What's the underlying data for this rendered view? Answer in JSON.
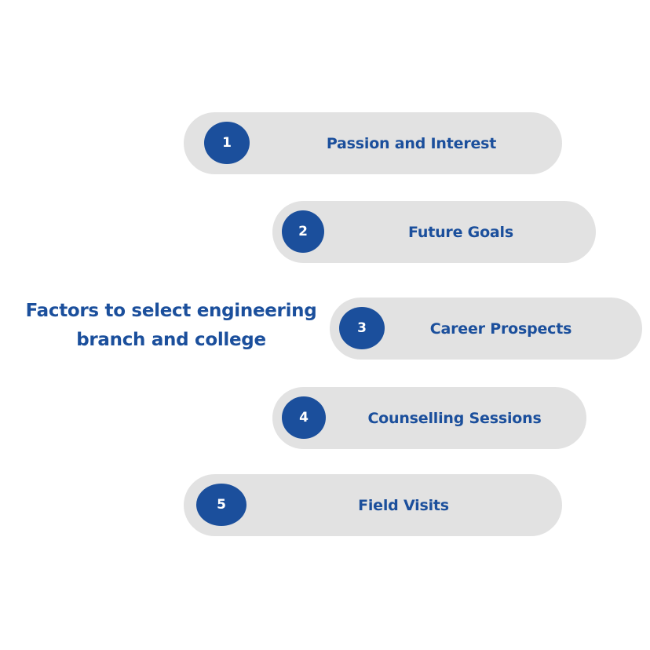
{
  "title": {
    "line1": "Factors to select engineering",
    "line2": "branch and college"
  },
  "items": [
    {
      "number": "1",
      "label": "Passion and Interest"
    },
    {
      "number": "2",
      "label": "Future Goals"
    },
    {
      "number": "3",
      "label": "Career Prospects"
    },
    {
      "number": "4",
      "label": "Counselling Sessions"
    },
    {
      "number": "5",
      "label": "Field Visits"
    }
  ],
  "colors": {
    "accent": "#1b4f9c",
    "pill_background": "#e2e2e2",
    "background": "#ffffff"
  }
}
